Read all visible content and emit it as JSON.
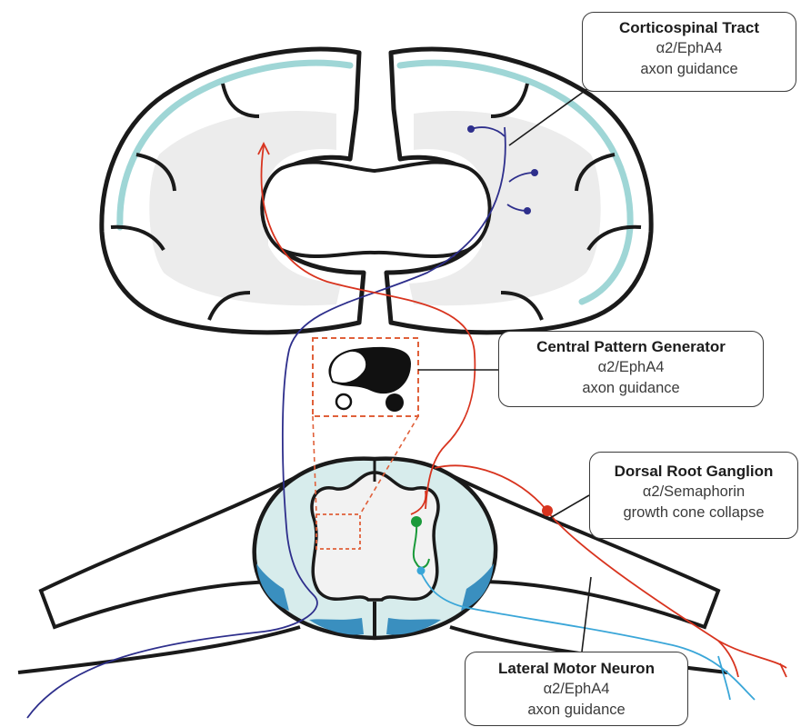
{
  "callouts": {
    "corticospinal": {
      "title": "Corticospinal Tract",
      "line1": "α2/EphA4",
      "line2": "axon guidance"
    },
    "cpg": {
      "title": "Central Pattern Generator",
      "line1": "α2/EphA4",
      "line2": "axon guidance"
    },
    "drg": {
      "title": "Dorsal Root Ganglion",
      "line1": "α2/Semaphorin",
      "line2": "growth cone collapse"
    },
    "lmn": {
      "title": "Lateral Motor Neuron",
      "line1": "α2/EphA4",
      "line2": "axon guidance"
    }
  },
  "colors": {
    "outline": "#1a1a1a",
    "grey_matter": "#ececec",
    "cortex_teal": "#9fd6d6",
    "spinal_fill": "#d7ecec",
    "motor_blue": "#3a8fbf",
    "corticospinal_axon": "#2e2f8c",
    "sensory_axon": "#d8341f",
    "cpg_box": "#e0603a",
    "interneuron": "#1a9a3a",
    "motor_axon": "#3aa6d8"
  }
}
